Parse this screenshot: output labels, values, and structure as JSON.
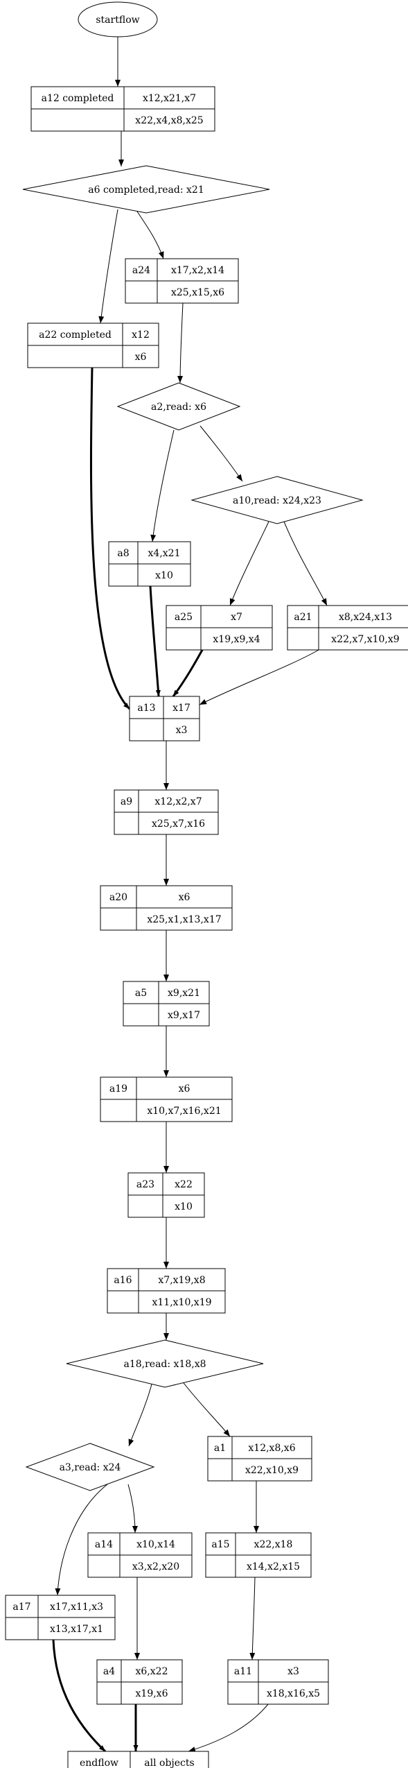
{
  "start": {
    "label": "startflow"
  },
  "end": {
    "left": "endflow",
    "right": "all objects"
  },
  "nodes": [
    {
      "id": "a12",
      "label": "a12 completed",
      "top": "x12,x21,x7",
      "bottom": "x22,x4,x8,x25"
    },
    {
      "id": "a24",
      "label": "a24",
      "top": "x17,x2,x14",
      "bottom": "x25,x15,x6"
    },
    {
      "id": "a22",
      "label": "a22 completed",
      "top": "x12",
      "bottom": "x6"
    },
    {
      "id": "a8",
      "label": "a8",
      "top": "x4,x21",
      "bottom": "x10"
    },
    {
      "id": "a25",
      "label": "a25",
      "top": "x7",
      "bottom": "x19,x9,x4"
    },
    {
      "id": "a21",
      "label": "a21",
      "top": "x8,x24,x13",
      "bottom": "x22,x7,x10,x9"
    },
    {
      "id": "a13",
      "label": "a13",
      "top": "x17",
      "bottom": "x3"
    },
    {
      "id": "a9",
      "label": "a9",
      "top": "x12,x2,x7",
      "bottom": "x25,x7,x16"
    },
    {
      "id": "a20",
      "label": "a20",
      "top": "x6",
      "bottom": "x25,x1,x13,x17"
    },
    {
      "id": "a5",
      "label": "a5",
      "top": "x9,x21",
      "bottom": "x9,x17"
    },
    {
      "id": "a19",
      "label": "a19",
      "top": "x6",
      "bottom": "x10,x7,x16,x21"
    },
    {
      "id": "a23",
      "label": "a23",
      "top": "x22",
      "bottom": "x10"
    },
    {
      "id": "a16",
      "label": "a16",
      "top": "x7,x19,x8",
      "bottom": "x11,x10,x19"
    },
    {
      "id": "a1",
      "label": "a1",
      "top": "x12,x8,x6",
      "bottom": "x22,x10,x9"
    },
    {
      "id": "a14",
      "label": "a14",
      "top": "x10,x14",
      "bottom": "x3,x2,x20"
    },
    {
      "id": "a15",
      "label": "a15",
      "top": "x22,x18",
      "bottom": "x14,x2,x15"
    },
    {
      "id": "a17",
      "label": "a17",
      "top": "x17,x11,x3",
      "bottom": "x13,x17,x1"
    },
    {
      "id": "a4",
      "label": "a4",
      "top": "x6,x22",
      "bottom": "x19,x6"
    },
    {
      "id": "a11",
      "label": "a11",
      "top": "x3",
      "bottom": "x18,x16,x5"
    }
  ],
  "decisions": [
    {
      "id": "a6",
      "label": "a6 completed,read: x21"
    },
    {
      "id": "a2",
      "label": "a2,read: x6"
    },
    {
      "id": "a10",
      "label": "a10,read: x24,x23"
    },
    {
      "id": "a18",
      "label": "a18,read: x18,x8"
    },
    {
      "id": "a3",
      "label": "a3,read: x24"
    }
  ],
  "edges": [
    {
      "from": "startflow",
      "to": "a12",
      "bold": false
    },
    {
      "from": "a12",
      "to": "a6",
      "bold": false
    },
    {
      "from": "a6",
      "to": "a24",
      "bold": false
    },
    {
      "from": "a6",
      "to": "a22",
      "bold": false
    },
    {
      "from": "a24",
      "to": "a2",
      "bold": false
    },
    {
      "from": "a2",
      "to": "a8",
      "bold": false
    },
    {
      "from": "a2",
      "to": "a10",
      "bold": false
    },
    {
      "from": "a10",
      "to": "a25",
      "bold": false
    },
    {
      "from": "a10",
      "to": "a21",
      "bold": false
    },
    {
      "from": "a22",
      "to": "a13",
      "bold": true
    },
    {
      "from": "a8",
      "to": "a13",
      "bold": true
    },
    {
      "from": "a25",
      "to": "a13",
      "bold": true
    },
    {
      "from": "a21",
      "to": "a13",
      "bold": false
    },
    {
      "from": "a13",
      "to": "a9",
      "bold": false
    },
    {
      "from": "a9",
      "to": "a20",
      "bold": false
    },
    {
      "from": "a20",
      "to": "a5",
      "bold": false
    },
    {
      "from": "a5",
      "to": "a19",
      "bold": false
    },
    {
      "from": "a19",
      "to": "a23",
      "bold": false
    },
    {
      "from": "a23",
      "to": "a16",
      "bold": false
    },
    {
      "from": "a16",
      "to": "a18",
      "bold": false
    },
    {
      "from": "a18",
      "to": "a3",
      "bold": false
    },
    {
      "from": "a18",
      "to": "a1",
      "bold": false
    },
    {
      "from": "a3",
      "to": "a14",
      "bold": false
    },
    {
      "from": "a3",
      "to": "a17",
      "bold": false
    },
    {
      "from": "a1",
      "to": "a15",
      "bold": false
    },
    {
      "from": "a14",
      "to": "a4",
      "bold": false
    },
    {
      "from": "a15",
      "to": "a11",
      "bold": false
    },
    {
      "from": "a17",
      "to": "endflow",
      "bold": true
    },
    {
      "from": "a4",
      "to": "endflow",
      "bold": true
    },
    {
      "from": "a11",
      "to": "endflow",
      "bold": false
    }
  ]
}
